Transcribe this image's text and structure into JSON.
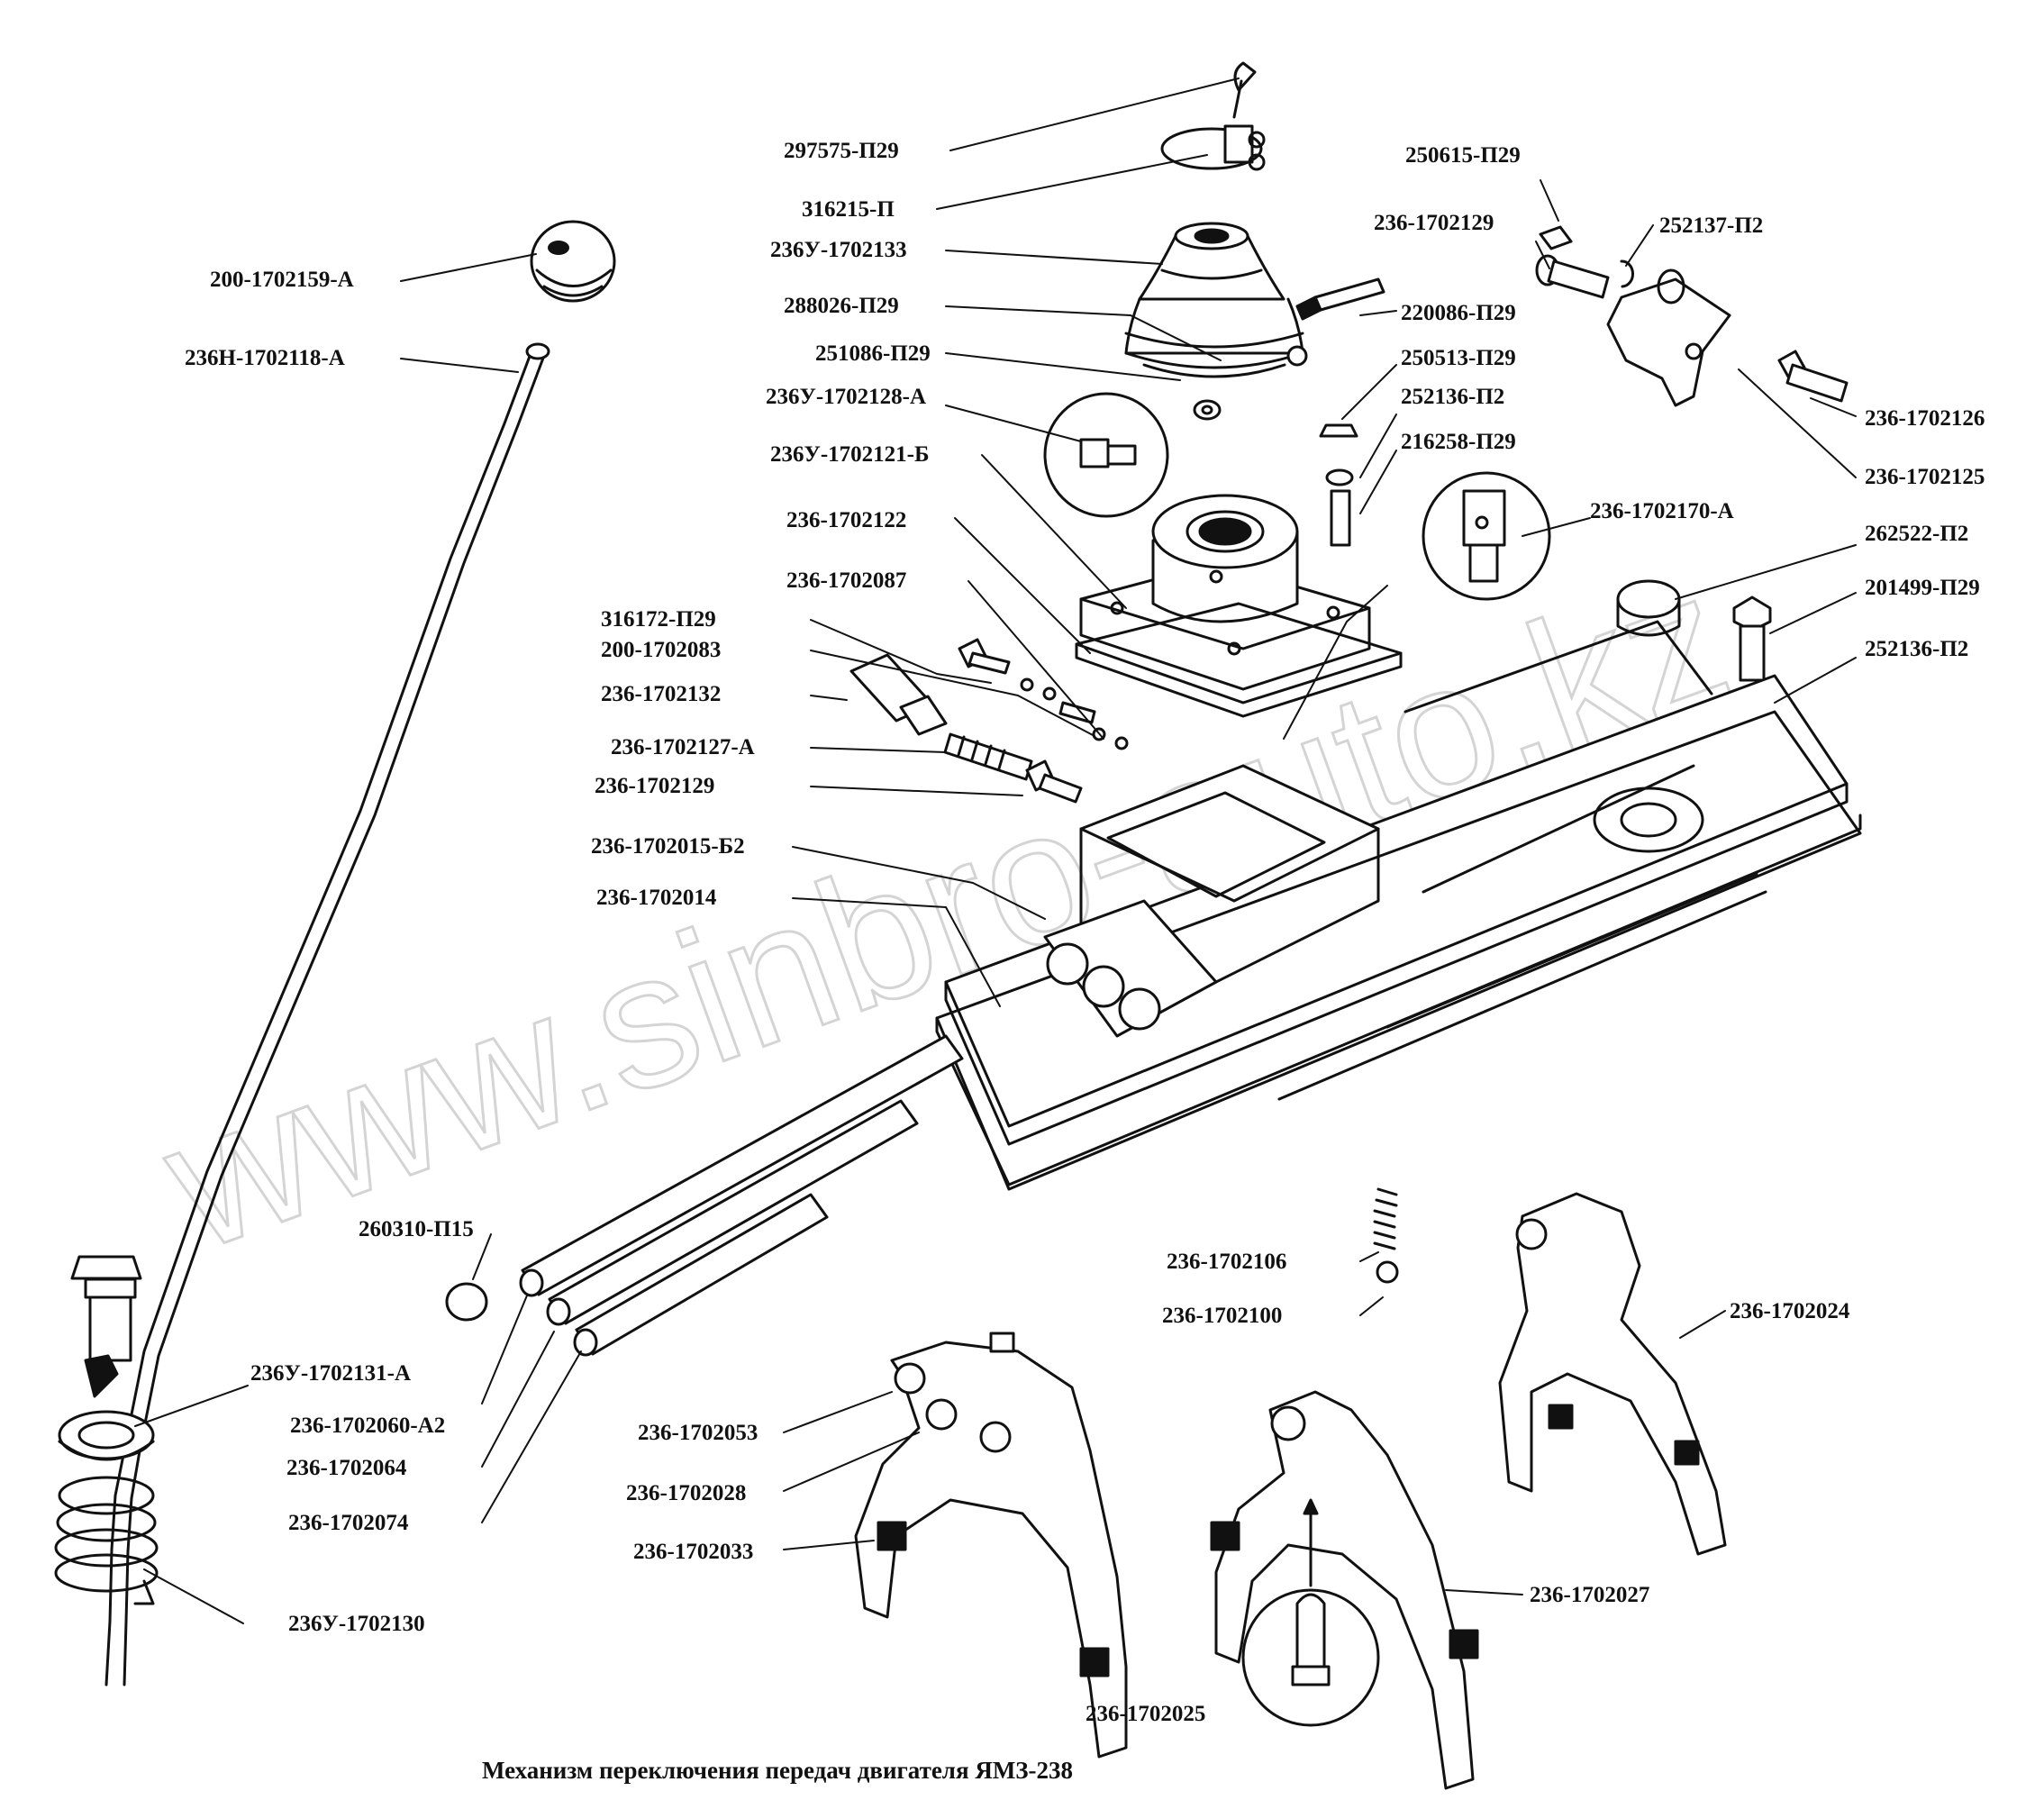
{
  "caption": "Механизм переключения передач двигателя  ЯМЗ-238",
  "watermark": "www.sinbro-auto.kz",
  "labels": [
    "297575-П29",
    "316215-П",
    "236У-1702133",
    "288026-П29",
    "251086-П29",
    "236У-1702128-А",
    "236У-1702121-Б",
    "236-1702122",
    "236-1702087",
    "316172-П29",
    "200-1702083",
    "236-1702132",
    "236-1702127-А",
    "236-1702129",
    "236-1702015-Б2",
    "236-1702014",
    "200-1702159-А",
    "236Н-1702118-А",
    "250615-П29",
    "236-1702129",
    "252137-П2",
    "220086-П29",
    "250513-П29",
    "252136-П2",
    "216258-П29",
    "236-1702170-А",
    "236-1702126",
    "236-1702125",
    "262522-П2",
    "201499-П29",
    "252136-П2",
    "260310-П15",
    "236У-1702131-А",
    "236-1702060-А2",
    "236-1702064",
    "236-1702074",
    "236У-1702130",
    "236-1702053",
    "236-1702028",
    "236-1702033",
    "236-1702106",
    "236-1702100",
    "236-1702024",
    "236-1702027",
    "236-1702025"
  ],
  "colors": {
    "ink": "#111111",
    "watermark": "#d9d9d9"
  }
}
